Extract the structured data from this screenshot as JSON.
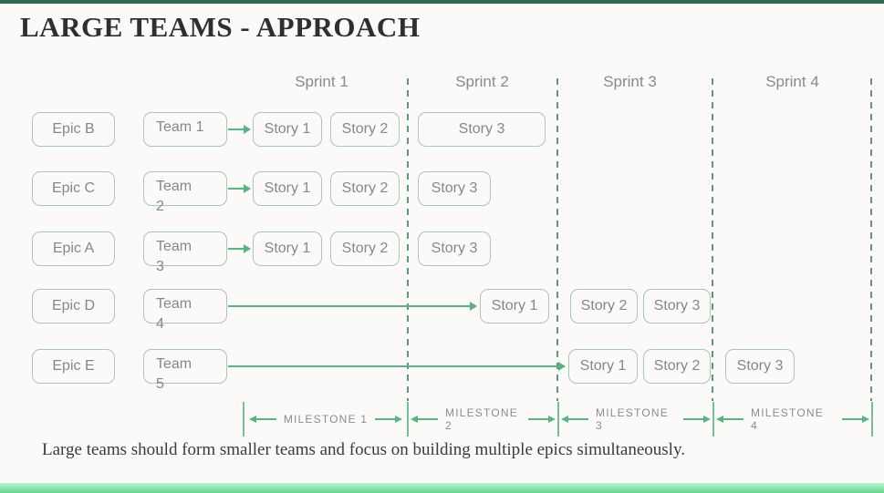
{
  "title": "LARGE TEAMS - APPROACH",
  "caption": "Large teams should form smaller teams and focus on building multiple epics simultaneously.",
  "sprints": {
    "s1": "Sprint 1",
    "s2": "Sprint 2",
    "s3": "Sprint 3",
    "s4": "Sprint 4"
  },
  "rows": {
    "r1": {
      "epic": "Epic B",
      "team_line1": "Team 1",
      "team_line2": "",
      "s1": "Story 1",
      "s2": "Story 2",
      "s3": "Story 3"
    },
    "r2": {
      "epic": "Epic C",
      "team_line1": "Team",
      "team_line2": "2",
      "s1": "Story 1",
      "s2": "Story 2",
      "s3": "Story 3"
    },
    "r3": {
      "epic": "Epic A",
      "team_line1": "Team",
      "team_line2": "3",
      "s1": "Story 1",
      "s2": "Story 2",
      "s3": "Story 3"
    },
    "r4": {
      "epic": "Epic D",
      "team_line1": "Team",
      "team_line2": "4",
      "s1": "Story 1",
      "s2": "Story 2",
      "s3": "Story 3"
    },
    "r5": {
      "epic": "Epic E",
      "team_line1": "Team",
      "team_line2": "5",
      "s1": "Story 1",
      "s2": "Story 2",
      "s3": "Story 3"
    }
  },
  "milestones": {
    "m1": "MILESTONE 1",
    "m2": "MILESTONE 2",
    "m3": "MILESTONE 3",
    "m4": "MILESTONE 4"
  },
  "colors": {
    "accent_green": "#57b584",
    "box_border": "#a7c7b7",
    "dashed_line": "#63947c",
    "milestone_bar": "#74c198",
    "bottom_bar": "#5fd88b",
    "top_bar": "#2d6a4f",
    "label_gray": "#8a8a8a",
    "title_color": "#2f2f2f",
    "background": "#fcf9f9"
  }
}
